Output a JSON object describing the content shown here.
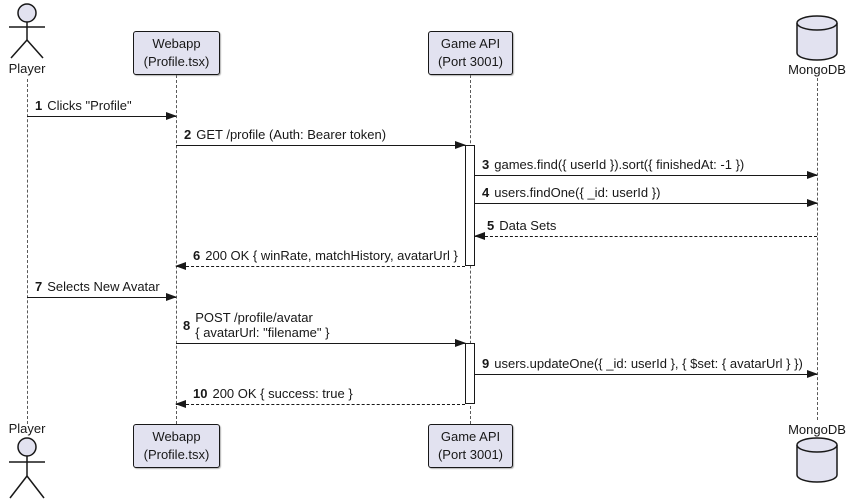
{
  "diagram": {
    "kind": "uml-sequence-diagram",
    "colors": {
      "participant_fill": "#E2E2F0",
      "participant_border": "#181818",
      "message_line": "#181818",
      "lifeline": "#5a5a5a",
      "background": "#FFFFFF"
    },
    "participants": [
      {
        "id": "player",
        "type": "actor",
        "label": "Player"
      },
      {
        "id": "webapp",
        "type": "participant",
        "label": "Webapp",
        "sublabel": "(Profile.tsx)"
      },
      {
        "id": "gameapi",
        "type": "participant",
        "label": "Game API",
        "sublabel": "(Port 3001)"
      },
      {
        "id": "mongodb",
        "type": "database",
        "label": "MongoDB"
      }
    ],
    "messages": [
      {
        "num": "1",
        "text": "Clicks \"Profile\"",
        "from": "Player",
        "to": "Webapp",
        "line": "solid"
      },
      {
        "num": "2",
        "text": "GET /profile (Auth: Bearer token)",
        "from": "Webapp",
        "to": "Game API",
        "line": "solid"
      },
      {
        "num": "3",
        "text": "games.find({ userId }).sort({ finishedAt: -1 })",
        "from": "Game API",
        "to": "MongoDB",
        "line": "solid"
      },
      {
        "num": "4",
        "text": "users.findOne({ _id: userId })",
        "from": "Game API",
        "to": "MongoDB",
        "line": "solid"
      },
      {
        "num": "5",
        "text": "Data Sets",
        "from": "MongoDB",
        "to": "Game API",
        "line": "dashed"
      },
      {
        "num": "6",
        "text": "200 OK { winRate, matchHistory, avatarUrl }",
        "from": "Game API",
        "to": "Webapp",
        "line": "dashed"
      },
      {
        "num": "7",
        "text": "Selects New Avatar",
        "from": "Player",
        "to": "Webapp",
        "line": "solid"
      },
      {
        "num": "8",
        "text": "POST /profile/avatar",
        "text2": "{ avatarUrl: \"filename\" }",
        "from": "Webapp",
        "to": "Game API",
        "line": "solid"
      },
      {
        "num": "9",
        "text": "users.updateOne({ _id: userId }, { $set: { avatarUrl } })",
        "from": "Game API",
        "to": "MongoDB",
        "line": "solid"
      },
      {
        "num": "10",
        "text": "200 OK { success: true }",
        "from": "Game API",
        "to": "Webapp",
        "line": "dashed"
      }
    ]
  }
}
